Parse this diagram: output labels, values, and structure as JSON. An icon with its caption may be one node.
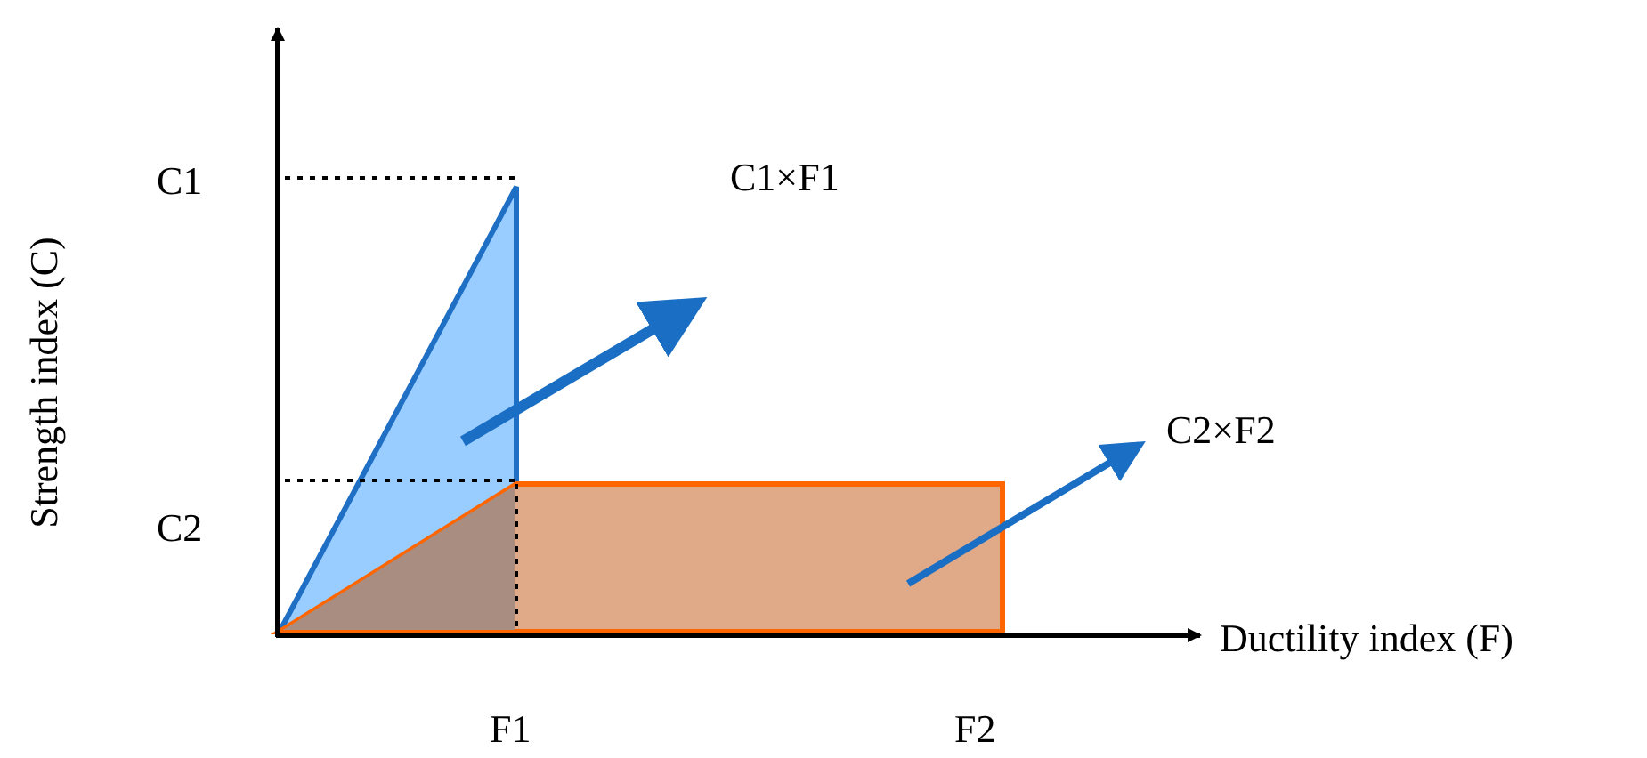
{
  "diagram": {
    "labels": [
      "C1",
      "C2",
      "F1",
      "F2",
      "C1×F1",
      "C2×F2",
      "Strength index (C)",
      "Ductility index (F)"
    ]
  }
}
